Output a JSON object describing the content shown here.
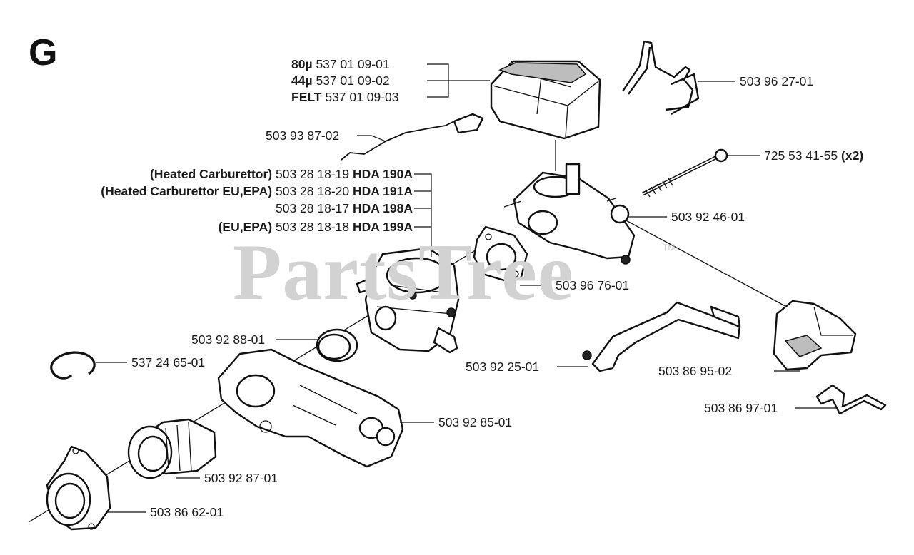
{
  "section_letter": "G",
  "watermark": "PartsTree",
  "trademark": "TM",
  "callouts": {
    "filter_80": {
      "grade": "80µ",
      "number": "537 01 09-01"
    },
    "filter_44": {
      "grade": "44µ",
      "number": "537 01 09-02"
    },
    "filter_felt": {
      "grade": "FELT",
      "number": "537 01 09-03"
    },
    "clip_top": "503 96 27-01",
    "choke_rod": "503 93 87-02",
    "screw": "725 53 41-55",
    "screw_qty": "(x2)",
    "carb_1": {
      "prefix": "(Heated Carburettor)",
      "number": "503 28 18-19",
      "model": "HDA 190A"
    },
    "carb_2": {
      "prefix": "(Heated Carburettor EU,EPA)",
      "number": "503 28 18-20",
      "model": "HDA 191A"
    },
    "carb_3": {
      "prefix": "",
      "number": "503 28 18-17",
      "model": "HDA 198A"
    },
    "carb_4": {
      "prefix": "(EU,EPA)",
      "number": "503 28 18-18",
      "model": "HDA 199A"
    },
    "sleeve": "503 92 46-01",
    "gasket": "503 96 76-01",
    "ring_seal": "503 92 88-01",
    "circlip": "537 24 65-01",
    "throttle_lever": "503 92 25-01",
    "cover": "503 86 95-02",
    "spring_plate": "503 86 97-01",
    "intake_manifold": "503 92 85-01",
    "intake_hose": "503 92 87-01",
    "flange": "503 86 62-01"
  }
}
